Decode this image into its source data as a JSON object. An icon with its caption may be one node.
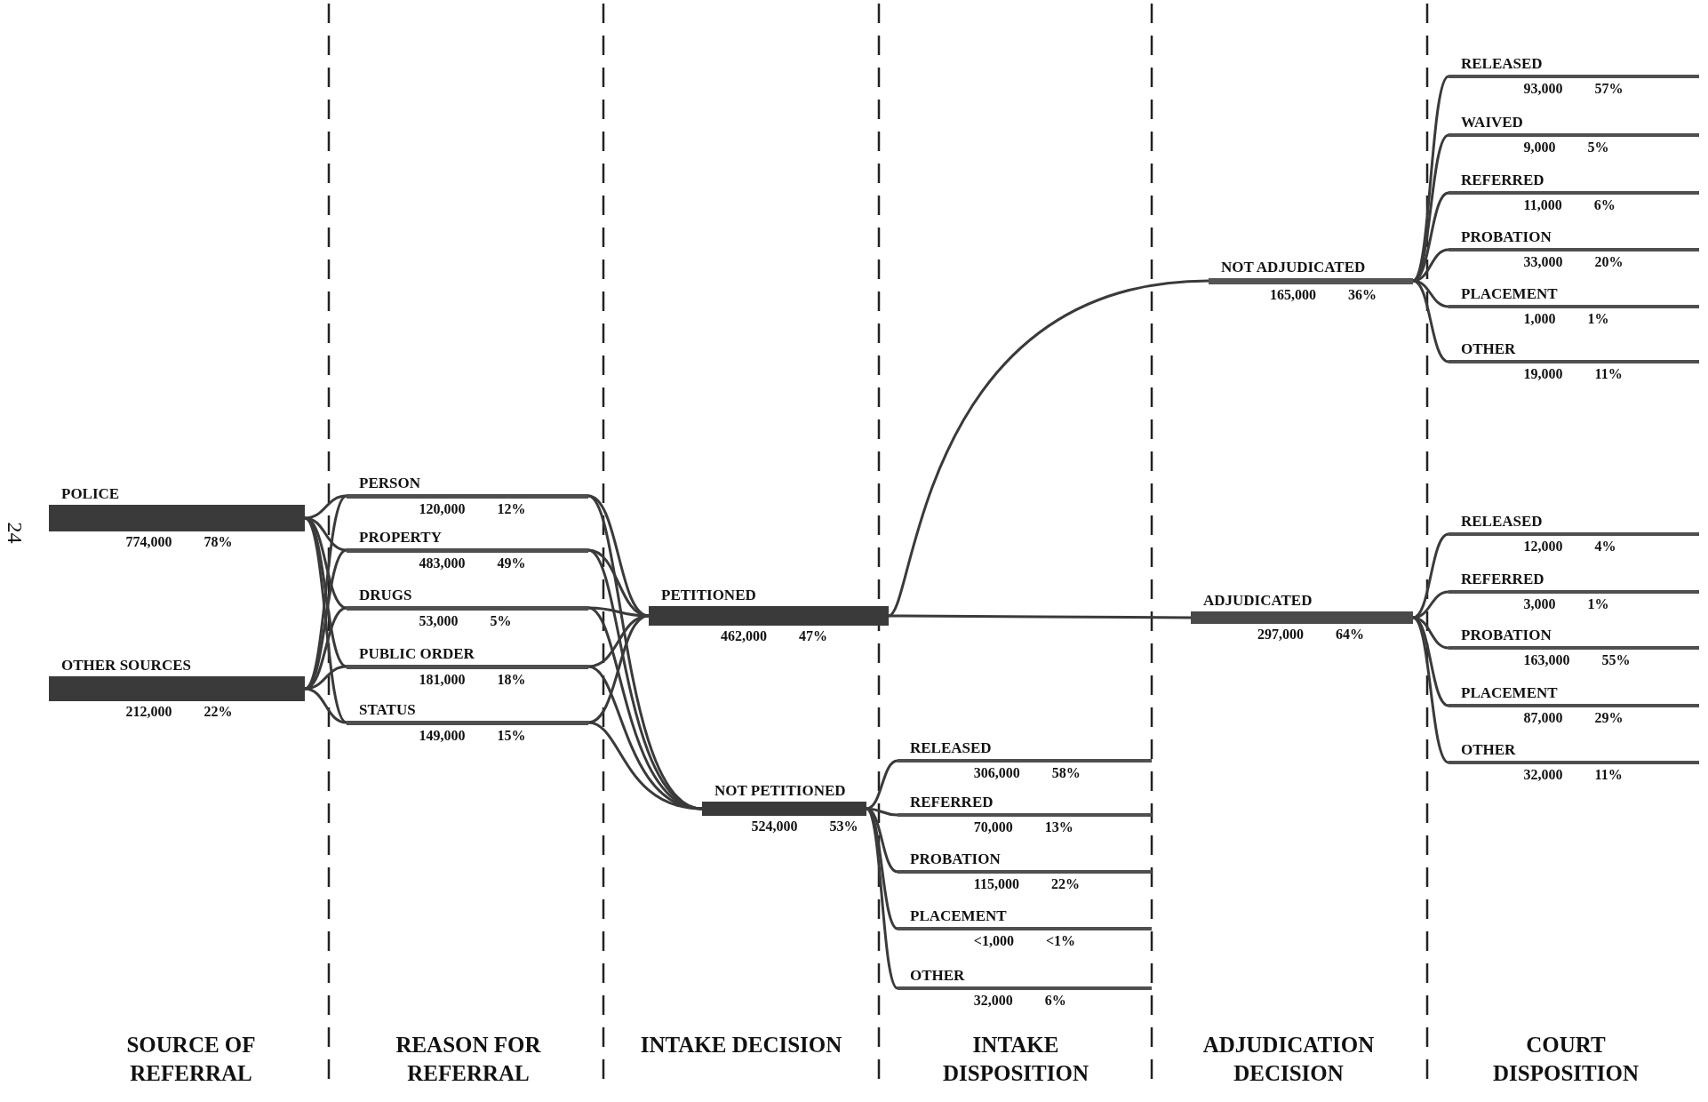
{
  "diagram": {
    "nodes": [
      {
        "text": [
          "POLICE",
          "774,000",
          "78%"
        ]
      },
      {
        "text": [
          "OTHER SOURCES",
          "212,000",
          "22%"
        ]
      },
      {
        "text": [
          "PERSON",
          "120,000",
          "12%"
        ]
      },
      {
        "text": [
          "PROPERTY",
          "483,000",
          "49%"
        ]
      },
      {
        "text": [
          "DRUGS",
          "53,000",
          "5%"
        ]
      },
      {
        "text": [
          "PUBLIC ORDER",
          "181,000",
          "18%"
        ]
      },
      {
        "text": [
          "STATUS",
          "149,000",
          "15%"
        ]
      },
      {
        "text": [
          "PETITIONED",
          "462,000",
          "47%"
        ]
      },
      {
        "text": [
          "NOT PETITIONED",
          "524,000",
          "53%"
        ]
      },
      {
        "text": [
          "RELEASED",
          "306,000",
          "58%"
        ]
      },
      {
        "text": [
          "REFERRED",
          "70,000",
          "13%"
        ]
      },
      {
        "text": [
          "PROBATION",
          "115,000",
          "22%"
        ]
      },
      {
        "text": [
          "PLACEMENT",
          "<1,000",
          "<1%"
        ]
      },
      {
        "text": [
          "OTHER",
          "32,000",
          "6%"
        ]
      },
      {
        "text": [
          "NOT ADJUDICATED",
          "165,000",
          "36%"
        ]
      },
      {
        "text": [
          "ADJUDICATED",
          "297,000",
          "64%"
        ]
      },
      {
        "text": [
          "RELEASED",
          "93,000",
          "57%"
        ]
      },
      {
        "text": [
          "WAIVED",
          "9,000",
          "5%"
        ]
      },
      {
        "text": [
          "REFERRED",
          "11,000",
          "6%"
        ]
      },
      {
        "text": [
          "PROBATION",
          "33,000",
          "20%"
        ]
      },
      {
        "text": [
          "PLACEMENT",
          "1,000",
          "1%"
        ]
      },
      {
        "text": [
          "OTHER",
          "19,000",
          "11%"
        ]
      },
      {
        "text": [
          "RELEASED",
          "12,000",
          "4%"
        ]
      },
      {
        "text": [
          "REFERRED",
          "3,000",
          "1%"
        ]
      },
      {
        "text": [
          "PROBATION",
          "163,000",
          "55%"
        ]
      },
      {
        "text": [
          "PLACEMENT",
          "87,000",
          "29%"
        ]
      },
      {
        "text": [
          "OTHER",
          "32,000",
          "11%"
        ]
      }
    ],
    "edges": [
      {
        "from": 0,
        "to": 2,
        "arrow": "none"
      },
      {
        "from": 0,
        "to": 3,
        "arrow": "none"
      },
      {
        "from": 0,
        "to": 4,
        "arrow": "none"
      },
      {
        "from": 0,
        "to": 5,
        "arrow": "none"
      },
      {
        "from": 0,
        "to": 6,
        "arrow": "none"
      },
      {
        "from": 1,
        "to": 2,
        "arrow": "none"
      },
      {
        "from": 1,
        "to": 3,
        "arrow": "none"
      },
      {
        "from": 1,
        "to": 4,
        "arrow": "none"
      },
      {
        "from": 1,
        "to": 5,
        "arrow": "none"
      },
      {
        "from": 1,
        "to": 6,
        "arrow": "none"
      },
      {
        "from": 2,
        "to": 7,
        "arrow": "none"
      },
      {
        "from": 3,
        "to": 7,
        "arrow": "none"
      },
      {
        "from": 4,
        "to": 7,
        "arrow": "none"
      },
      {
        "from": 5,
        "to": 7,
        "arrow": "none"
      },
      {
        "from": 6,
        "to": 7,
        "arrow": "none"
      },
      {
        "from": 2,
        "to": 8,
        "arrow": "none"
      },
      {
        "from": 3,
        "to": 8,
        "arrow": "none"
      },
      {
        "from": 4,
        "to": 8,
        "arrow": "none"
      },
      {
        "from": 5,
        "to": 8,
        "arrow": "none"
      },
      {
        "from": 6,
        "to": 8,
        "arrow": "none"
      },
      {
        "from": 8,
        "to": 9,
        "arrow": "none"
      },
      {
        "from": 8,
        "to": 10,
        "arrow": "none"
      },
      {
        "from": 8,
        "to": 11,
        "arrow": "none"
      },
      {
        "from": 8,
        "to": 12,
        "arrow": "none"
      },
      {
        "from": 8,
        "to": 13,
        "arrow": "none"
      },
      {
        "from": 7,
        "to": 14,
        "arrow": "none"
      },
      {
        "from": 7,
        "to": 15,
        "arrow": "none"
      },
      {
        "from": 14,
        "to": 16,
        "arrow": "none"
      },
      {
        "from": 14,
        "to": 17,
        "arrow": "none"
      },
      {
        "from": 14,
        "to": 18,
        "arrow": "none"
      },
      {
        "from": 14,
        "to": 19,
        "arrow": "none"
      },
      {
        "from": 14,
        "to": 20,
        "arrow": "none"
      },
      {
        "from": 14,
        "to": 21,
        "arrow": "none"
      },
      {
        "from": 15,
        "to": 22,
        "arrow": "none"
      },
      {
        "from": 15,
        "to": 23,
        "arrow": "none"
      },
      {
        "from": 15,
        "to": 24,
        "arrow": "none"
      },
      {
        "from": 15,
        "to": 25,
        "arrow": "none"
      },
      {
        "from": 15,
        "to": 26,
        "arrow": "none"
      }
    ],
    "labels": [
      "24",
      "SOURCE OF REFERRAL",
      "REASON FOR REFERRAL",
      "INTAKE DECISION",
      "INTAKE DISPOSITION",
      "ADJUDICATION DECISION",
      "COURT DISPOSITION"
    ]
  }
}
